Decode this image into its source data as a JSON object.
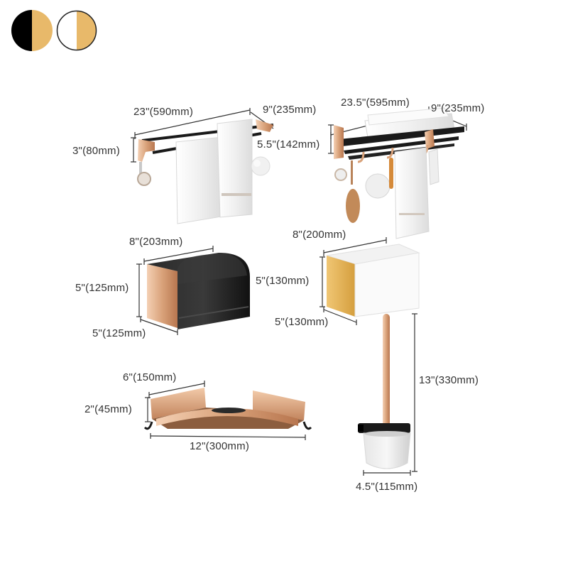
{
  "swatches": [
    {
      "name": "black-gold",
      "left": "#000000",
      "right": "#E8B96A"
    },
    {
      "name": "white-gold",
      "left": "#FFFFFF",
      "right": "#E8B96A"
    }
  ],
  "colors": {
    "gold": "#E8B96A",
    "rose_gold": "#D9A27A",
    "black": "#1A1A1A",
    "line": "#333333"
  },
  "towel_rack_double": {
    "width": "23\"(590mm)",
    "depth": "9\"(235mm)",
    "height": "3\"(80mm)",
    "bar_gap": "5.5\"(142mm)"
  },
  "towel_rack_shelf": {
    "width": "23.5\"(595mm)",
    "depth": "9\"(235mm)"
  },
  "paper_holder_black": {
    "width": "8\"(203mm)",
    "height": "5\"(125mm)",
    "depth": "5\"(125mm)"
  },
  "paper_holder_white": {
    "width": "8\"(200mm)",
    "height": "5\"(130mm)",
    "depth": "5\"(130mm)"
  },
  "corner_shelf": {
    "depth": "6\"(150mm)",
    "height": "2\"(45mm)",
    "width": "12\"(300mm)"
  },
  "toilet_brush": {
    "height": "13\"(330mm)",
    "width": "4.5\"(115mm)"
  }
}
